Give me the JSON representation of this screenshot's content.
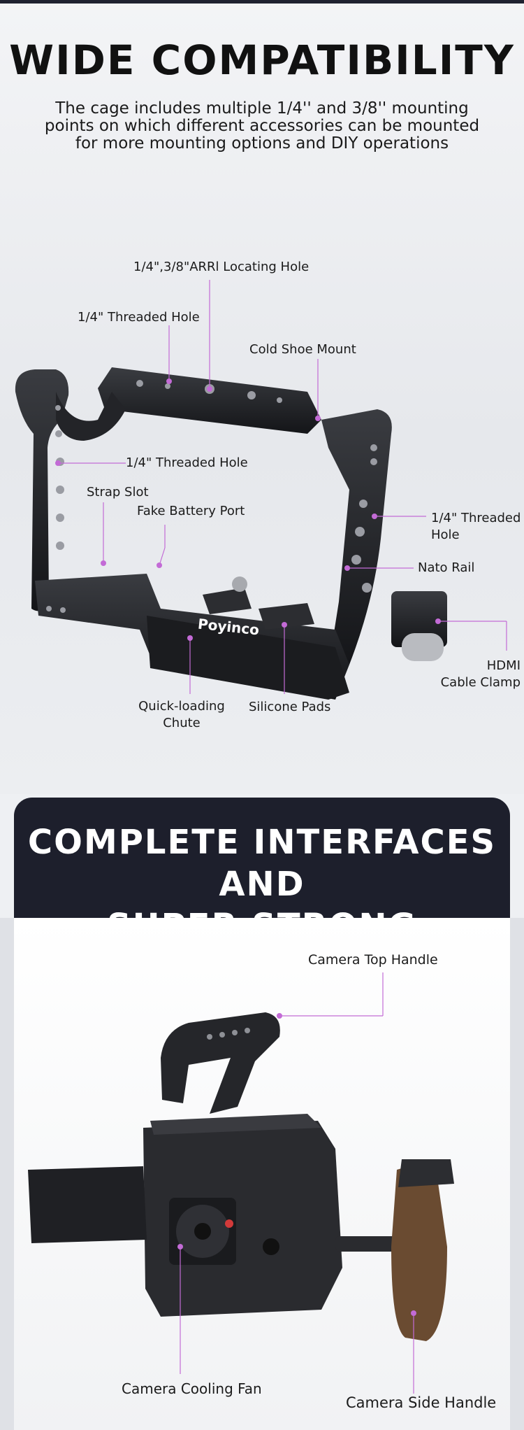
{
  "section1": {
    "title": "WIDE COMPATIBILITY",
    "description": "The cage includes multiple 1/4'' and 3/8'' mounting\npoints on which different accessories can be mounted\nfor more mounting options and DIY operations",
    "brand": "Poyinco",
    "labels": {
      "arri_hole": "1/4\",3/8\"ARRl Locating Hole",
      "threaded_top": "1/4\" Threaded Hole",
      "cold_shoe": "Cold Shoe Mount",
      "threaded_left": "1/4\" Threaded Hole",
      "strap_slot": "Strap Slot",
      "fake_battery": "Fake Battery Port",
      "threaded_right": "1/4\" Threaded\nHole",
      "nato_rail": "Nato Rail",
      "hdmi_clamp": "HDMI\nCable Clamp",
      "quick_loading": "Quick-loading\nChute",
      "silicone_pads": "Silicone Pads"
    }
  },
  "section2": {
    "title": "COMPLETE INTERFACES AND\nSUPER STRONG EXPANSION",
    "labels": {
      "top_handle": "Camera Top Handle",
      "cooling_fan": "Camera Cooling Fan",
      "side_handle": "Camera Side Handle"
    }
  },
  "colors": {
    "accent": "#c36bd6",
    "banner": "#1d1f2c",
    "cage": "#1e1f22"
  }
}
